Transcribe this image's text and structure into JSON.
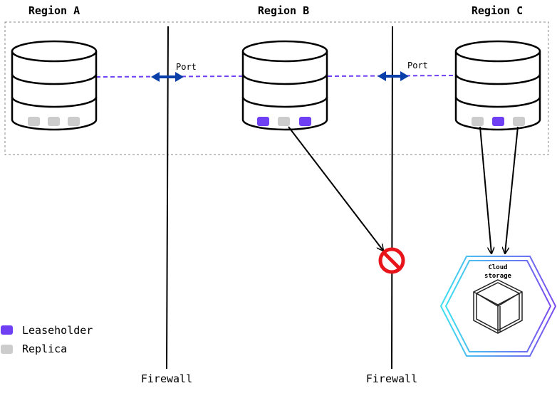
{
  "regions": [
    {
      "title": "Region A",
      "replicas": [
        "replica",
        "replica",
        "replica"
      ]
    },
    {
      "title": "Region B",
      "replicas": [
        "leaseholder",
        "replica",
        "leaseholder"
      ]
    },
    {
      "title": "Region C",
      "replicas": [
        "replica",
        "leaseholder",
        "replica"
      ]
    }
  ],
  "ports": [
    {
      "label": "Port"
    },
    {
      "label": "Port"
    }
  ],
  "firewalls": [
    {
      "label": "Firewall"
    },
    {
      "label": "Firewall"
    }
  ],
  "cloud_storage": {
    "line1": "Cloud",
    "line2": "storage",
    "icon": "cube-icon"
  },
  "legend": {
    "leaseholder": {
      "label": "Leaseholder",
      "color": "#6e3ff3"
    },
    "replica": {
      "label": "Replica",
      "color": "#cccccc"
    }
  },
  "colors": {
    "port_arrow": "#0a3ea8",
    "dashed_link": "#6e3ff3",
    "blocked_icon": "#e8141a",
    "storage_gradient_start": "#3ce0f0",
    "storage_gradient_end": "#7a4cf0"
  },
  "blocked_icon": "no-entry-icon"
}
